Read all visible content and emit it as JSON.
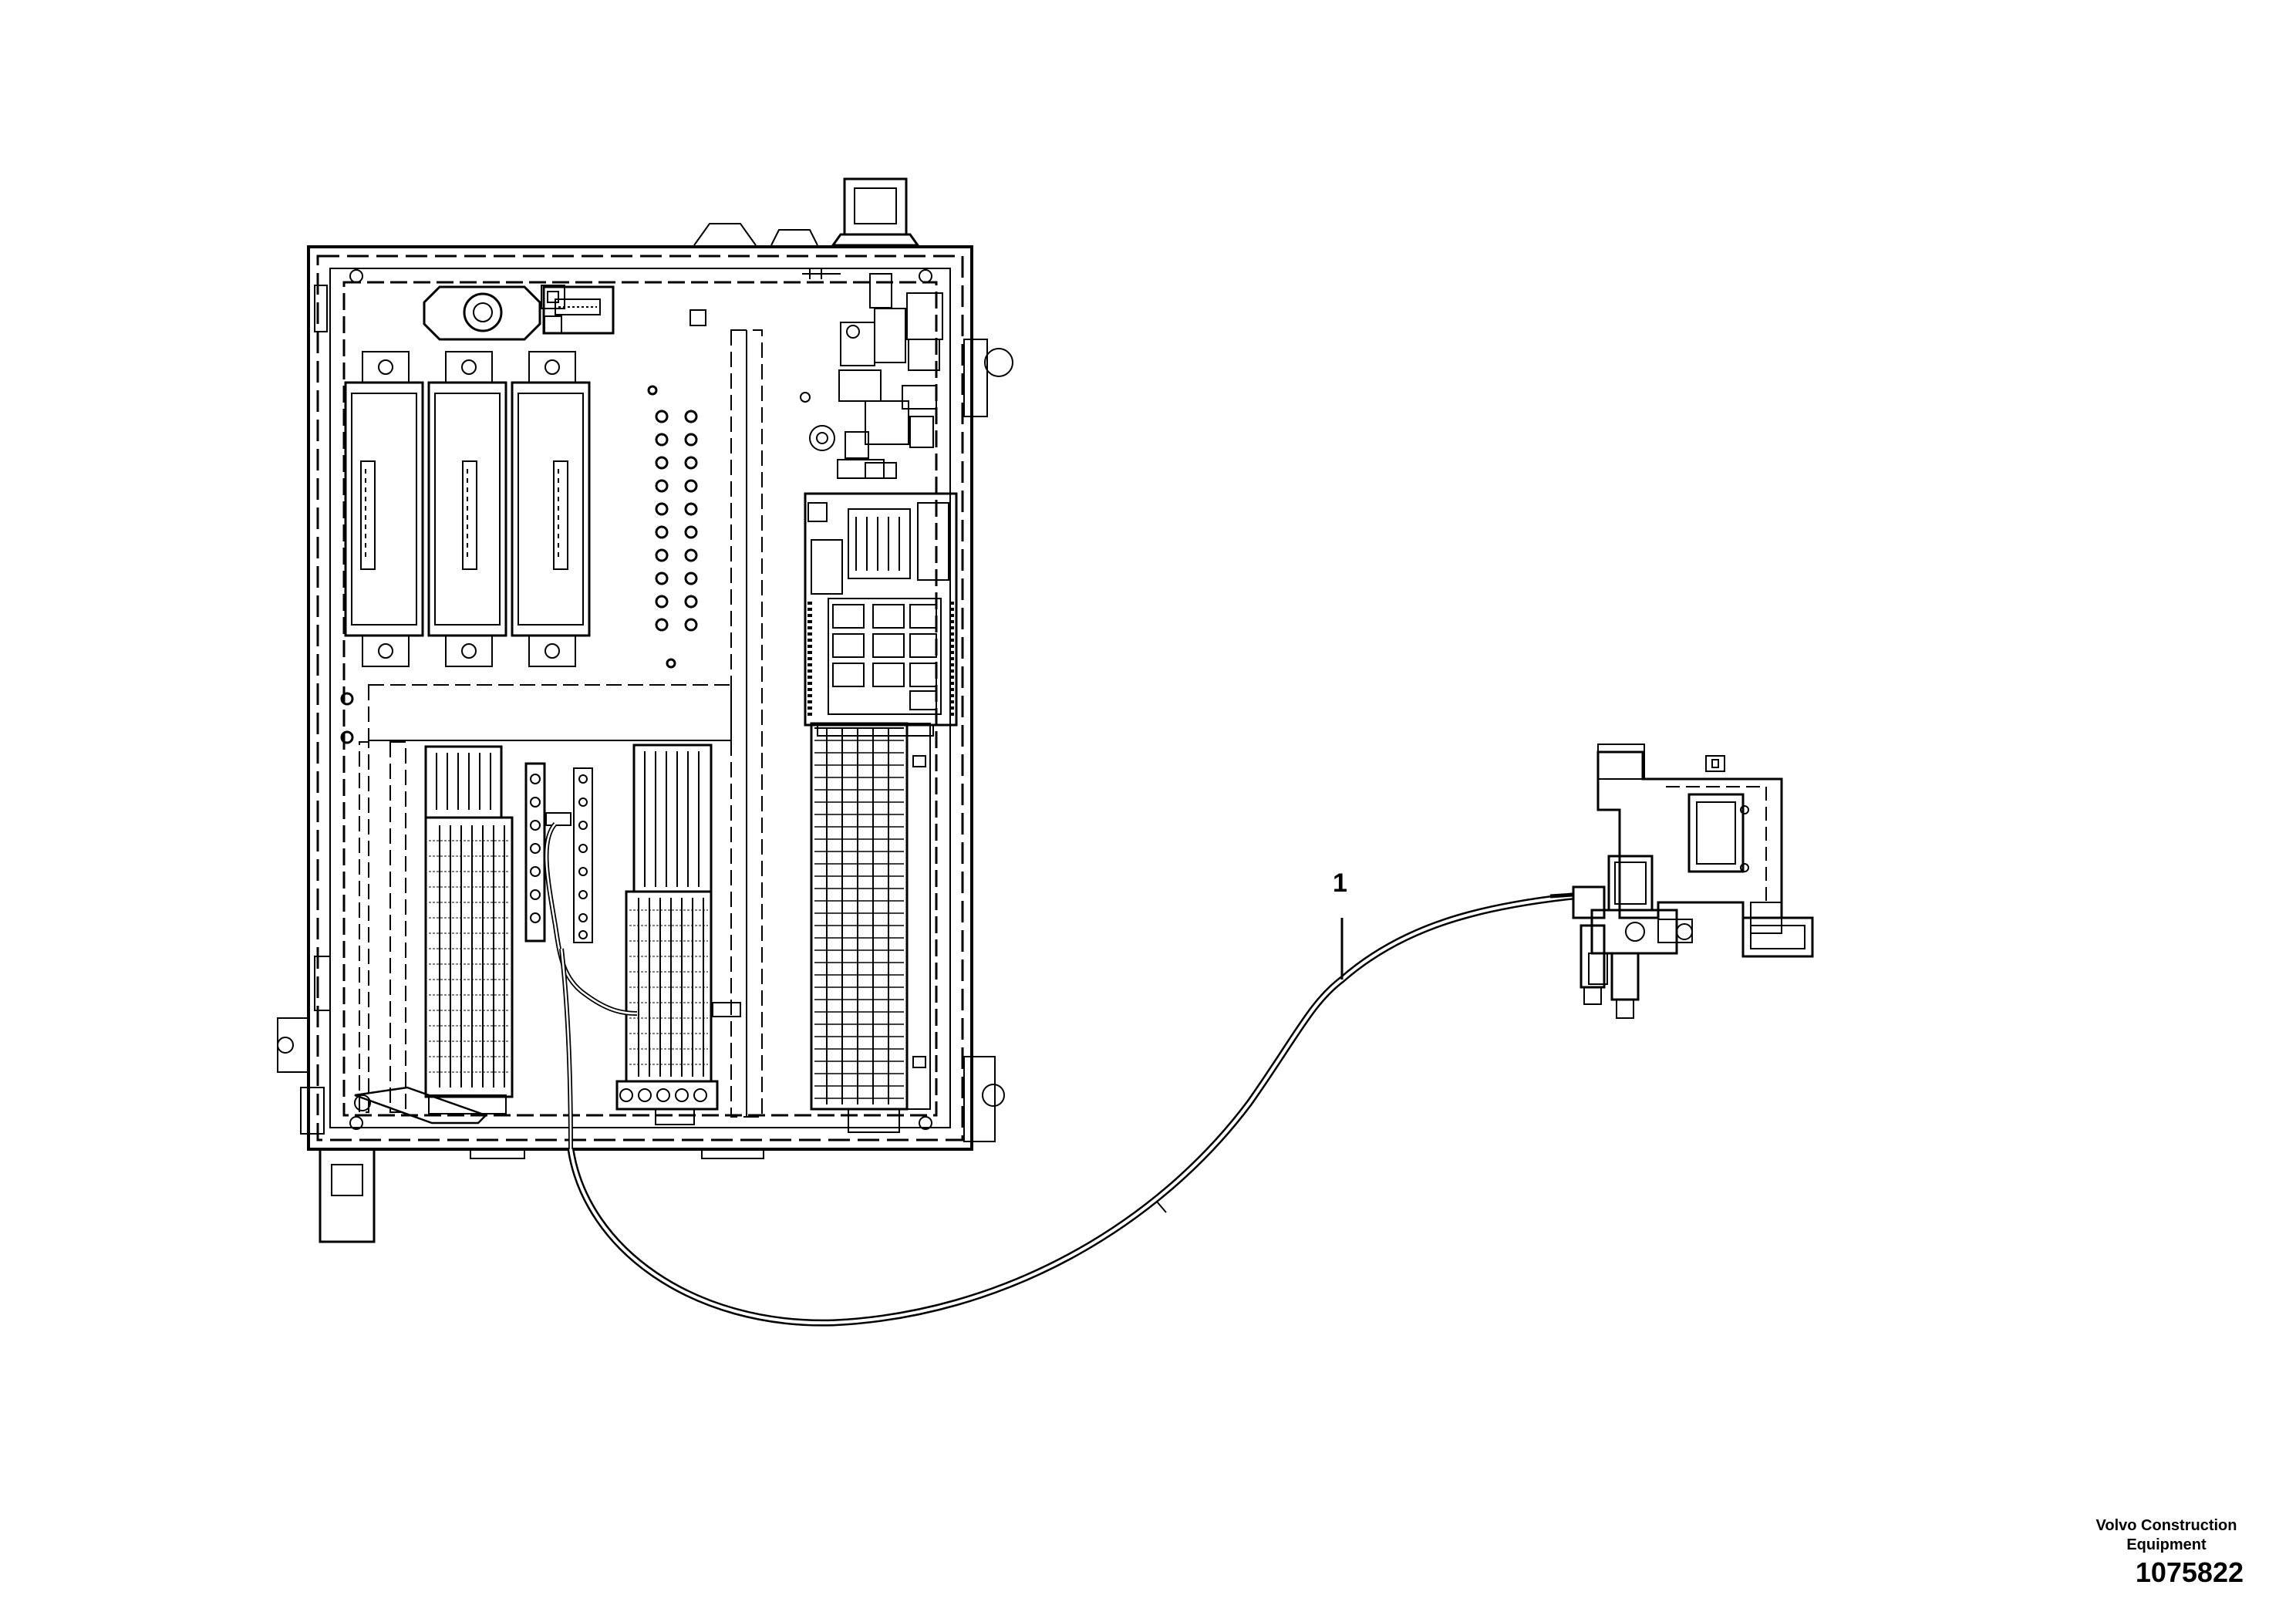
{
  "callouts": [
    {
      "id": "cable-1",
      "label": "1"
    }
  ],
  "branding": {
    "line1": "Volvo Construction",
    "line2": "Equipment"
  },
  "document_number": "1075822",
  "colors": {
    "ink": "#000000",
    "paper": "#ffffff"
  }
}
